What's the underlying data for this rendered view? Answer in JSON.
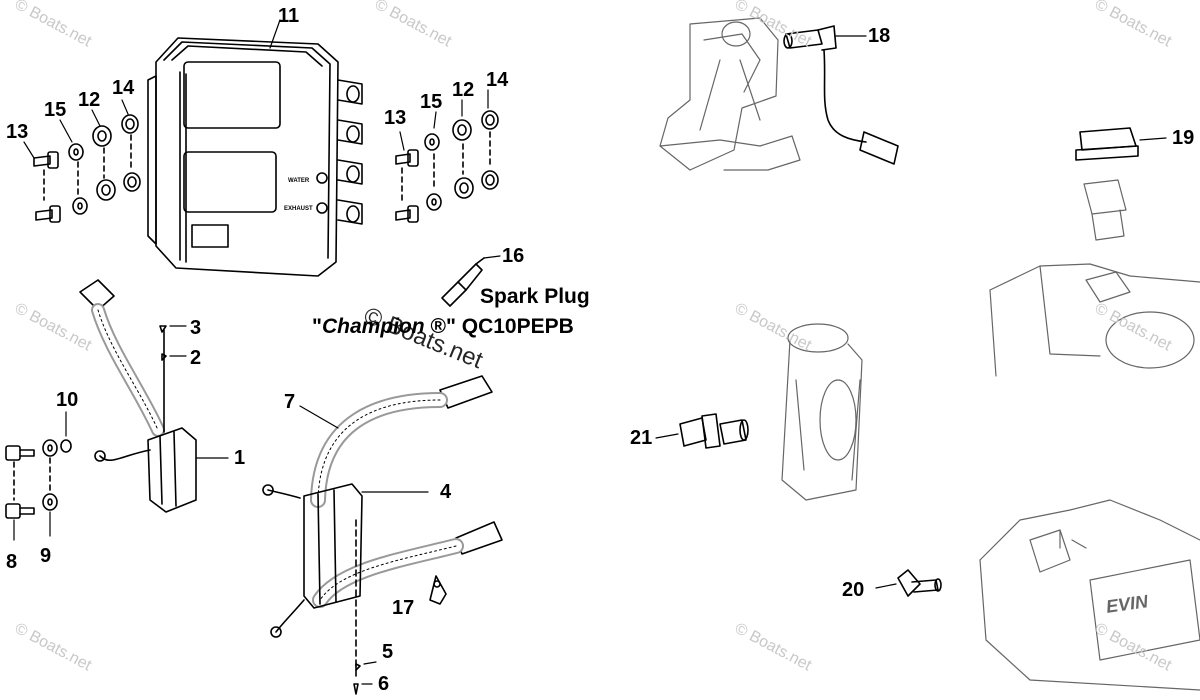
{
  "watermark": "© Boats.net",
  "callouts": {
    "part_numbers": [
      "1",
      "2",
      "3",
      "4",
      "5",
      "6",
      "7",
      "8",
      "9",
      "10",
      "11",
      "12",
      "13",
      "14",
      "15",
      "16",
      "17",
      "18",
      "19",
      "20",
      "21"
    ],
    "duplicate_labels": [
      "12",
      "13",
      "14",
      "15"
    ],
    "spark_plug_title": "Spark Plug",
    "spark_plug_quote_open": "\"",
    "spark_plug_brand": "Champion",
    "spark_plug_reg": " ®\" ",
    "spark_plug_model": "QC10PEPB"
  },
  "module_labels": [
    "WATER",
    "EXHAUST"
  ],
  "cowl_logo": "EVIN"
}
